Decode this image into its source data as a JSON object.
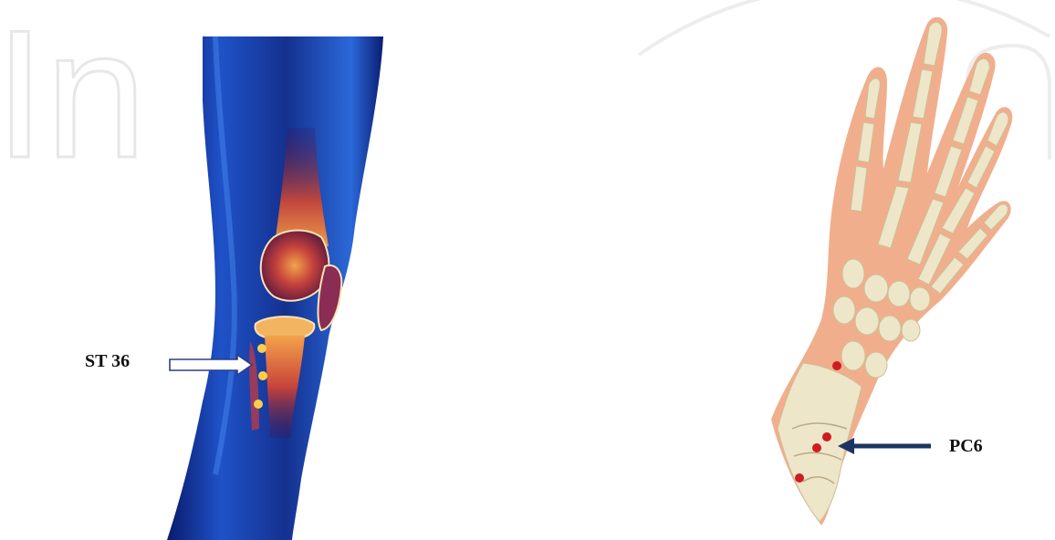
{
  "knee": {
    "point_label": "ST 36",
    "point_color": "#f7cf4a",
    "arrow_fill": "#ffffff",
    "arrow_stroke": "#2b3f86"
  },
  "hand": {
    "point_label": "PC6",
    "point_color": "#d01b22",
    "arrow_color": "#1d3462"
  },
  "watermark_text": "In"
}
